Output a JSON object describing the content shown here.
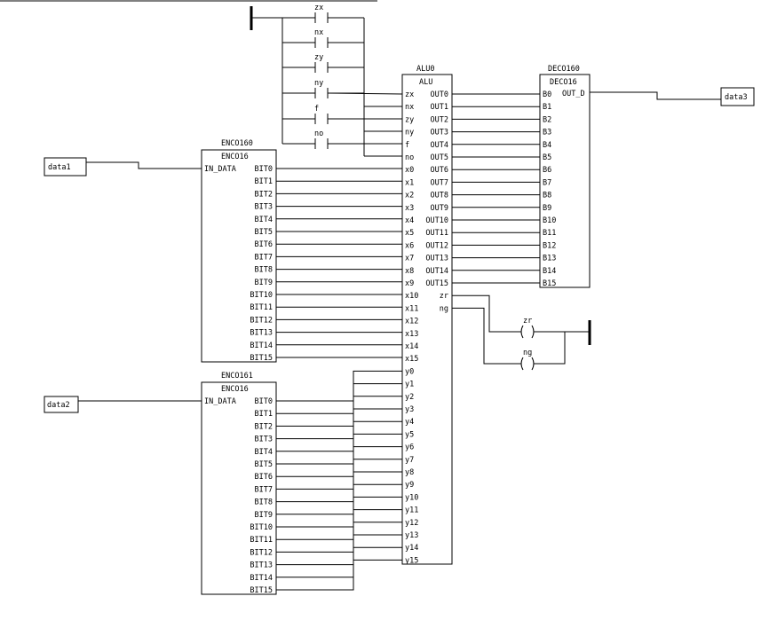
{
  "frame": {
    "top_border_color": "#000000",
    "background": "#ffffff"
  },
  "contacts": {
    "labels": [
      "zx",
      "nx",
      "zy",
      "ny",
      "f",
      "no"
    ]
  },
  "alu": {
    "instance": "ALU0",
    "type": "ALU",
    "inputs": [
      "zx",
      "nx",
      "zy",
      "ny",
      "f",
      "no",
      "x0",
      "x1",
      "x2",
      "x3",
      "x4",
      "x5",
      "x6",
      "x7",
      "x8",
      "x9",
      "x10",
      "x11",
      "x12",
      "x13",
      "x14",
      "x15",
      "y0",
      "y1",
      "y2",
      "y3",
      "y4",
      "y5",
      "y6",
      "y7",
      "y8",
      "y9",
      "y10",
      "y11",
      "y12",
      "y13",
      "y14",
      "y15"
    ],
    "outputs": [
      "OUT0",
      "OUT1",
      "OUT2",
      "OUT3",
      "OUT4",
      "OUT5",
      "OUT6",
      "OUT7",
      "OUT8",
      "OUT9",
      "OUT10",
      "OUT11",
      "OUT12",
      "OUT13",
      "OUT14",
      "OUT15",
      "zr",
      "ng"
    ]
  },
  "deco": {
    "instance": "DECO160",
    "type": "DECO16",
    "inputs": [
      "B0",
      "B1",
      "B2",
      "B3",
      "B4",
      "B5",
      "B6",
      "B7",
      "B8",
      "B9",
      "B10",
      "B11",
      "B12",
      "B13",
      "B14",
      "B15"
    ],
    "output": "OUT_D"
  },
  "enco0": {
    "instance": "ENCO160",
    "type": "ENCO16",
    "input": "IN_DATA",
    "outputs": [
      "BIT0",
      "BIT1",
      "BIT2",
      "BIT3",
      "BIT4",
      "BIT5",
      "BIT6",
      "BIT7",
      "BIT8",
      "BIT9",
      "BIT10",
      "BIT11",
      "BIT12",
      "BIT13",
      "BIT14",
      "BIT15"
    ]
  },
  "enco1": {
    "instance": "ENCO161",
    "type": "ENCO16",
    "input": "IN_DATA",
    "outputs": [
      "BIT0",
      "BIT1",
      "BIT2",
      "BIT3",
      "BIT4",
      "BIT5",
      "BIT6",
      "BIT7",
      "BIT8",
      "BIT9",
      "BIT10",
      "BIT11",
      "BIT12",
      "BIT13",
      "BIT14",
      "BIT15"
    ]
  },
  "variables": {
    "data1": "data1",
    "data2": "data2",
    "data3": "data3"
  },
  "coils": {
    "zr": "zr",
    "ng": "ng"
  }
}
